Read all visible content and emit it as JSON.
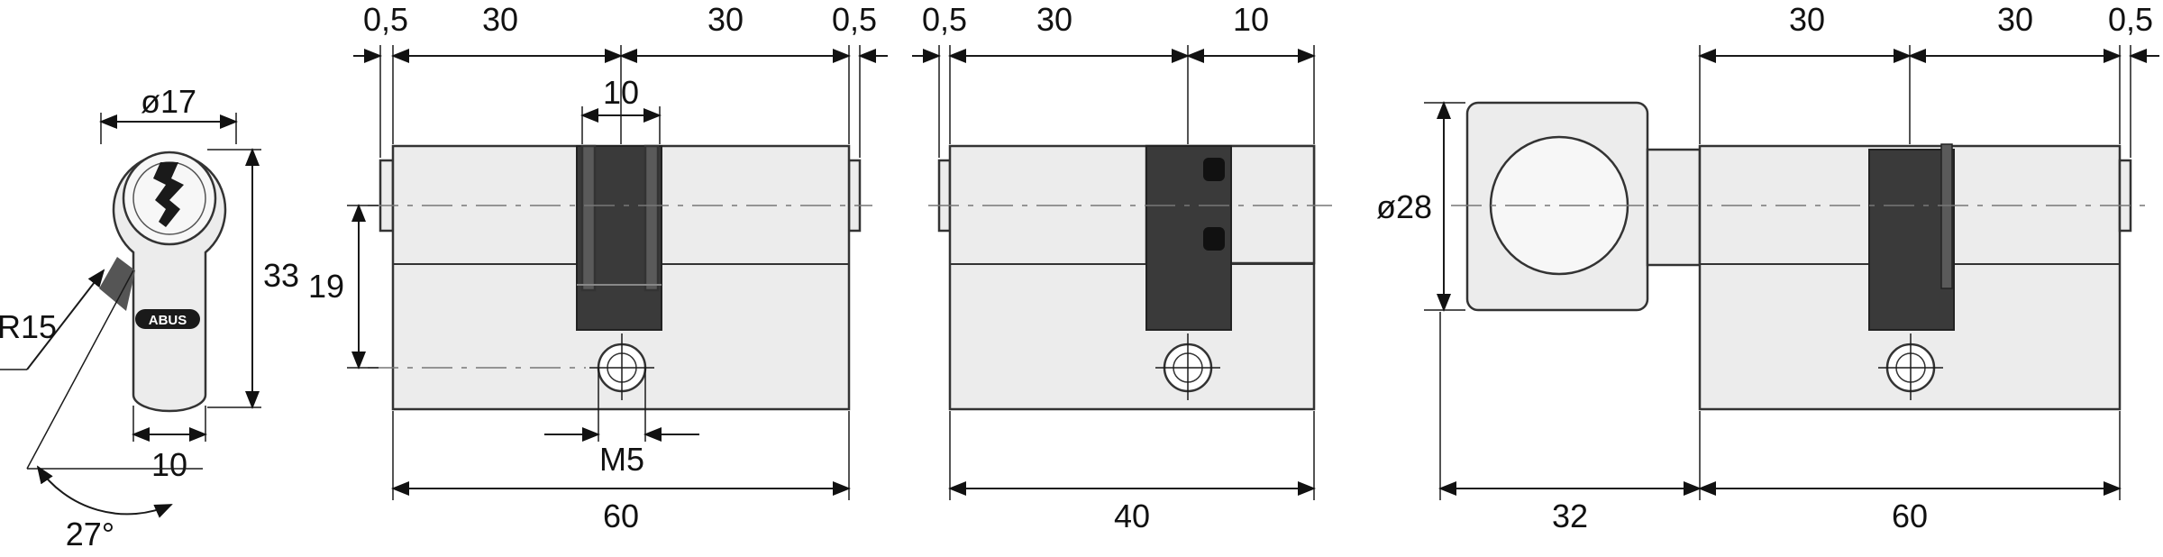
{
  "colors": {
    "line": "#1a1a1a",
    "body_fill": "#ececec",
    "cam_fill": "#3a3a3a",
    "background": "#ffffff"
  },
  "profile": {
    "dia_label": "ø17",
    "height_label": "33",
    "radius_label": "R15",
    "width_label": "10",
    "angle_label": "27°",
    "brand_label": "ABUS"
  },
  "double_cylinder": {
    "top_dims": [
      "0,5",
      "30",
      "30",
      "0,5"
    ],
    "cam_width": "10",
    "height_label": "19",
    "screw_label": "M5",
    "total_length": "60"
  },
  "half_cylinder": {
    "top_dims": [
      "0,5",
      "30",
      "10"
    ],
    "total_length": "40"
  },
  "knob_cylinder": {
    "top_dims": [
      "30",
      "30",
      "0,5"
    ],
    "knob_dia": "ø28",
    "knob_length": "32",
    "cylinder_length": "60"
  }
}
